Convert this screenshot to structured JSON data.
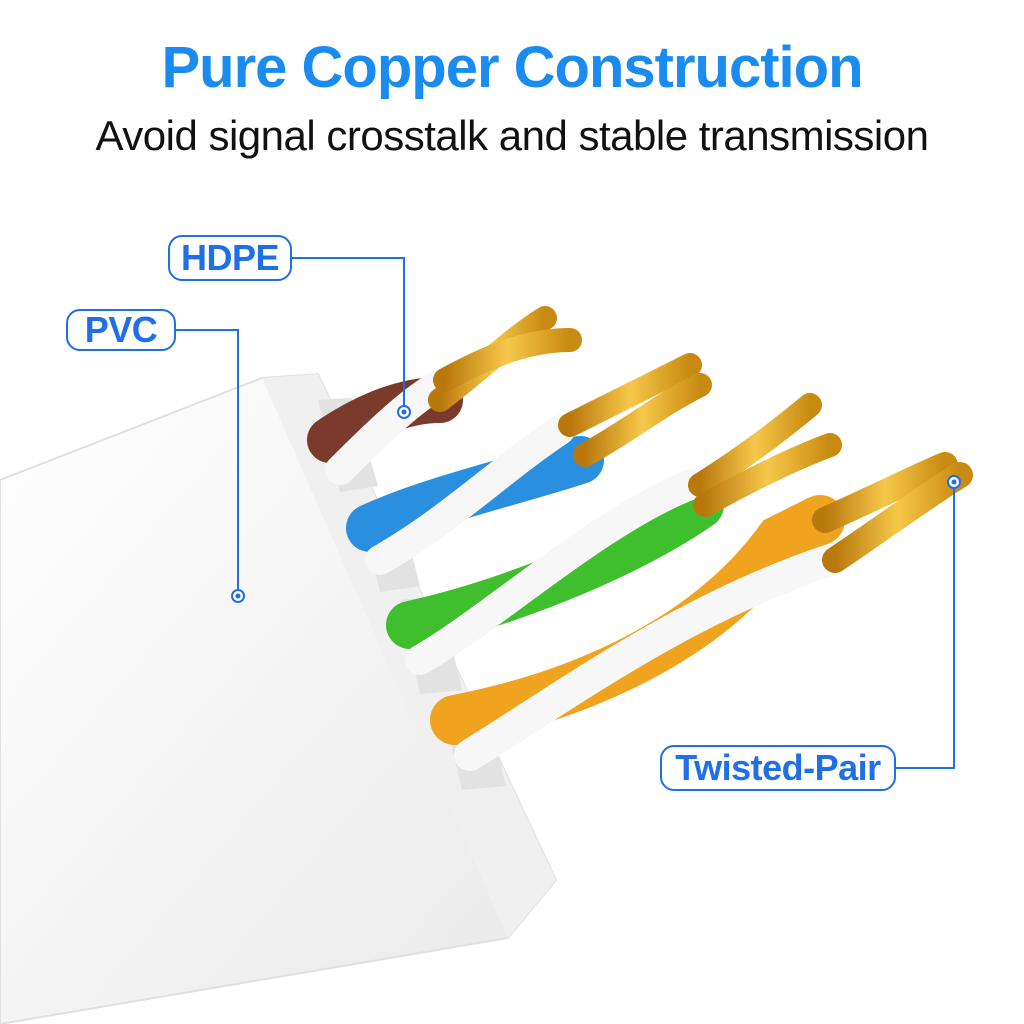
{
  "headline": "Pure Copper Construction",
  "subheadline": "Avoid signal crosstalk and stable transmission",
  "callouts": {
    "hdpe": "HDPE",
    "pvc": "PVC",
    "twisted_pair": "Twisted-Pair"
  },
  "colors": {
    "accent": "#1f6fe8",
    "headline": "#1a8cf0",
    "text": "#111111",
    "copper": "#e0a21a",
    "wire_brown": "#7a3a2c",
    "wire_blue": "#2b8fe0",
    "wire_green": "#3fbf2e",
    "wire_orange": "#f0a31e",
    "jacket": "#f4f4f4"
  }
}
